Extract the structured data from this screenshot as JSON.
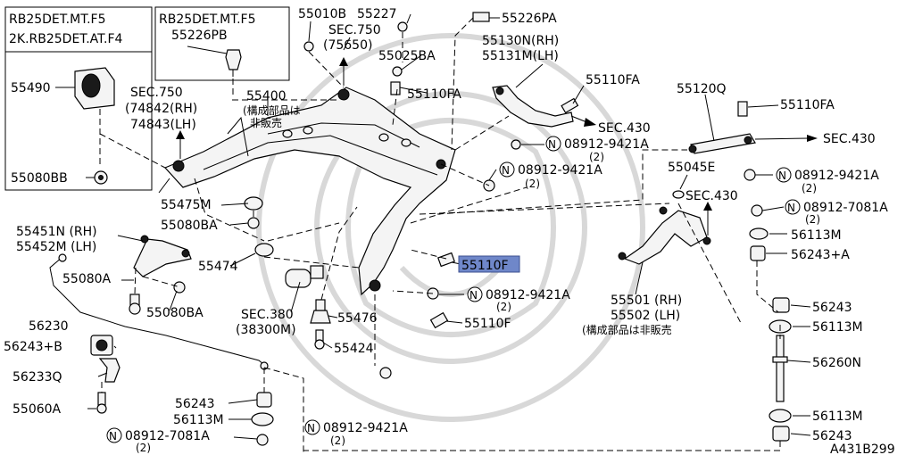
{
  "boxes": [
    {
      "line1": "RB25DET.MT.F5",
      "line2": "2K.RB25DET.AT.F4"
    },
    {
      "line1": "RB25DET.MT.F5",
      "line2": "55226PB"
    }
  ],
  "diagram_id": "A431B299",
  "note_line1": "(構成部品は",
  "note_line2": "非販売",
  "note_full": "(構成部品は非販売",
  "qty": "(2)",
  "sections": {
    "sec750_a": "SEC.750",
    "sec750_a_sub": "(75650)",
    "sec750_b": "SEC.750",
    "sec750_b_sub1": "(74842(RH)",
    "sec750_b_sub2": "74843(LH)",
    "sec430_a": "SEC.430",
    "sec430_b": "SEC.430",
    "sec430_c": "SEC.430",
    "sec380": "SEC.380",
    "sec380_sub": "(38300M)"
  },
  "parts": {
    "p55490": "55490",
    "p55080BB": "55080BB",
    "p55010B": "55010B",
    "p55227": "55227",
    "p55226PA": "55226PA",
    "p55025BA": "55025BA",
    "p55400": "55400",
    "p55110FA_a": "55110FA",
    "p55130N": "55130N(RH)",
    "p55131M": "55131M(LH)",
    "p55110FA_b": "55110FA",
    "p08912_9421A_1": "08912-9421A",
    "p55120Q": "55120Q",
    "p55110FA_c": "55110FA",
    "p55045E": "55045E",
    "p08912_9421A_2": "08912-9421A",
    "p08912_9421A_3": "08912-9421A",
    "p08912_7081A_1": "08912-7081A",
    "p56113M_1": "56113M",
    "p56243A": "56243+A",
    "p55475M": "55475M",
    "p55080BA_1": "55080BA",
    "p55451N": "55451N (RH)",
    "p55452M": "55452M (LH)",
    "p55474": "55474",
    "p55110F_hl": "55110F",
    "p55080A": "55080A",
    "p55080BA_2": "55080BA",
    "p08912_9421A_4": "08912-9421A",
    "p55501": "55501 (RH)",
    "p55502": "55502 (LH)",
    "p56230": "56230",
    "p55476": "55476",
    "p56243_1": "56243",
    "p55110F": "55110F",
    "p56113M_2": "56113M",
    "p56243B": "56243+B",
    "p55424": "55424",
    "p56233Q": "56233Q",
    "p56260N": "56260N",
    "p55060A": "55060A",
    "p56243_2": "56243",
    "p56113M_3": "56113M",
    "p08912_9421A_5": "08912-9421A",
    "p56113M_4": "56113M",
    "p08912_7081A_2": "08912-7081A",
    "p56243_3": "56243"
  },
  "icons": [
    "circled-n-icon",
    "arrow-up-icon",
    "arrow-right-icon"
  ],
  "colors": {
    "highlight": "#6f87c9",
    "line": "#000000",
    "background": "#ffffff"
  }
}
